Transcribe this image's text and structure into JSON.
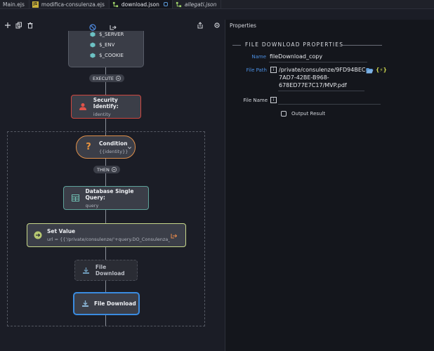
{
  "tabs": [
    {
      "label": "Main.ejs"
    },
    {
      "label": "modifica-consulenza.ejs",
      "badge": "JS"
    },
    {
      "label": "download.json"
    },
    {
      "label": "allegati.json"
    }
  ],
  "flow": {
    "server_vars": [
      "$_SERVER",
      "$_ENV",
      "$_COOKIE"
    ],
    "execute_label": "EXECUTE",
    "then_label": "THEN",
    "nodes": {
      "security": {
        "title": "Security Identify:",
        "sub": "identity"
      },
      "condition": {
        "title": "Condition",
        "sub": "{{identity}}"
      },
      "db_query": {
        "title": "Database Single Query:",
        "sub": "query"
      },
      "set_value": {
        "title": "Set Value",
        "sub": "url = {{'/private/consulenze/'+query.DO_Consulenza_ID+..."
      },
      "file_download_1": {
        "title": "File Download"
      },
      "file_download_2": {
        "title": "File Download"
      }
    }
  },
  "properties": {
    "panel_title": "Properties",
    "section_title": "FILE DOWNLOAD PROPERTIES",
    "name_label": "Name",
    "name_value": "fileDownload_copy",
    "file_path_label": "File Path",
    "file_path_lines": [
      "/private/consulenze/9FD94BEC-",
      "7AD7-42BE-B968-",
      "678ED77E7C17/MVP.pdf"
    ],
    "file_name_label": "File Name",
    "file_name_value": "",
    "output_result_label": "Output Result"
  },
  "colors": {
    "accent_blue": "#3a8be0",
    "security_border": "#d0473f",
    "condition_border": "#e0904a",
    "db_border": "#5fa29a",
    "setvalue_border": "#c7d88a",
    "label_blue": "#4b8fe2"
  }
}
